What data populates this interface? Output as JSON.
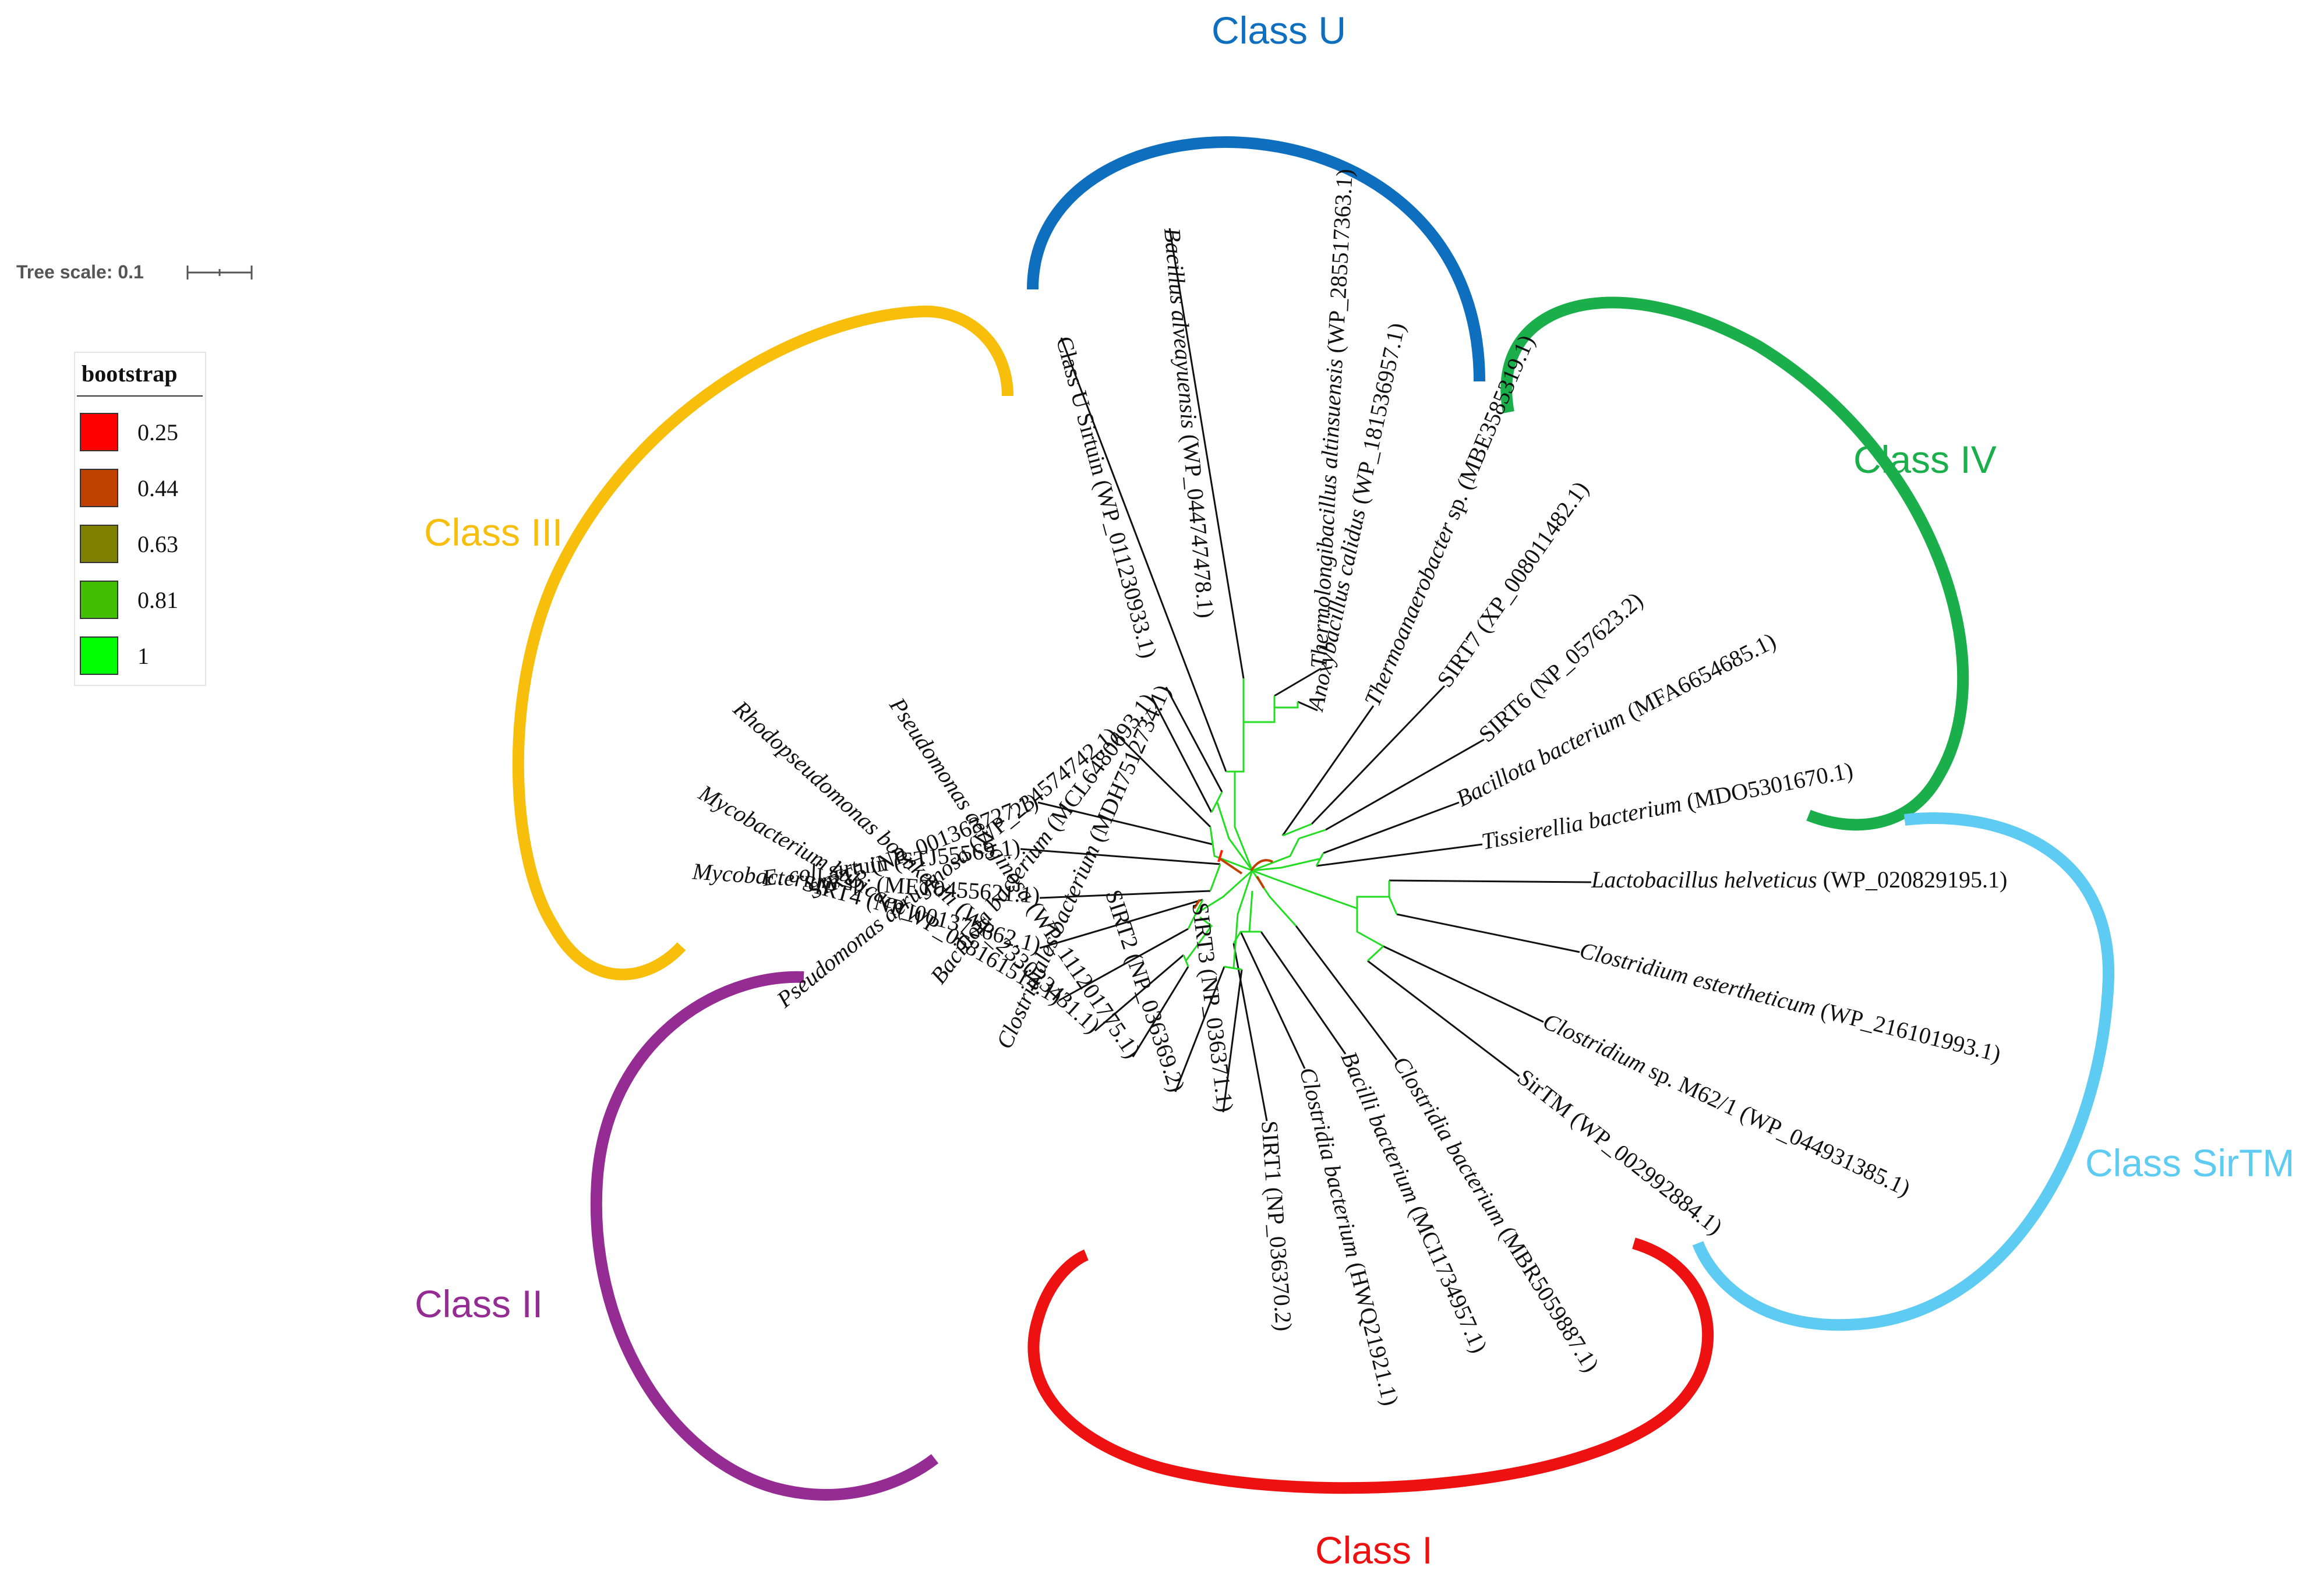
{
  "tree_scale": {
    "label": "Tree scale: 0.1"
  },
  "legend": {
    "title": "bootstrap",
    "items": [
      {
        "value": "0.25",
        "color": "#ff0000"
      },
      {
        "value": "0.44",
        "color": "#c04000"
      },
      {
        "value": "0.63",
        "color": "#808000"
      },
      {
        "value": "0.81",
        "color": "#40c000"
      },
      {
        "value": "1",
        "color": "#00ff00"
      }
    ]
  },
  "classes": [
    {
      "label": "Class U",
      "color": "#0f6fbf"
    },
    {
      "label": "Class IV",
      "color": "#1aaf4b"
    },
    {
      "label": "Class SirTM",
      "color": "#5ecbf2"
    },
    {
      "label": "Class I",
      "color": "#ee1111"
    },
    {
      "label": "Class II",
      "color": "#952c93"
    },
    {
      "label": "Class III",
      "color": "#f7be0b"
    }
  ],
  "leaves": [
    {
      "species": "Class U Sirtuin",
      "italic": false,
      "accession": "(WP_011230933.1)",
      "class": "Class U"
    },
    {
      "species": "Bacillus alveayuensis",
      "italic": true,
      "accession": "(WP_044747478.1)",
      "class": "Class U"
    },
    {
      "species": "Thermolongibacillus altinsuensis",
      "italic": true,
      "accession": "(WP_285517363.1)",
      "class": "Class U"
    },
    {
      "species": "Anoxybacillus calidus",
      "italic": true,
      "accession": "(WP_181536957.1)",
      "class": "Class U"
    },
    {
      "species": "Thermoanaerobacter",
      "italic": true,
      "accession": "sp. (MBE3585319.1)",
      "class": "Class IV"
    },
    {
      "species": "SIRT7",
      "italic": false,
      "accession": "(XP_008011482.1)",
      "class": "Class IV"
    },
    {
      "species": "SIRT6",
      "italic": false,
      "accession": "(NP_057623.2)",
      "class": "Class IV"
    },
    {
      "species": "Bacillota bacterium",
      "italic": true,
      "accession": "(MFA6654685.1)",
      "class": "Class IV"
    },
    {
      "species": "Tissierellia bacterium",
      "italic": true,
      "accession": "(MDO5301670.1)",
      "class": "Class IV"
    },
    {
      "species": "Lactobacillus helveticus",
      "italic": true,
      "accession": "(WP_020829195.1)",
      "class": "Class SirTM"
    },
    {
      "species": "Clostridium estertheticum",
      "italic": true,
      "accession": "(WP_216101993.1)",
      "class": "Class SirTM"
    },
    {
      "species": "Clostridium",
      "italic": true,
      "accession": "sp. M62/1 (WP_044931385.1)",
      "class": "Class SirTM"
    },
    {
      "species": "SirTM",
      "italic": false,
      "accession": "(WP_002992884.1)",
      "class": "Class SirTM"
    },
    {
      "species": "Clostridia bacterium",
      "italic": true,
      "accession": "(MBR5059887.1)",
      "class": "Class I"
    },
    {
      "species": "Bacilli bacterium",
      "italic": true,
      "accession": "(MCI1734957.1)",
      "class": "Class I"
    },
    {
      "species": "Clostridia bacterium",
      "italic": true,
      "accession": "(HWQ21921.1)",
      "class": "Class I"
    },
    {
      "species": "SIRT1",
      "italic": false,
      "accession": "(NP_036370.2)",
      "class": "Class I"
    },
    {
      "species": "SIRT3",
      "italic": false,
      "accession": "(NP_036371.1)",
      "class": "Class I"
    },
    {
      "species": "SIRT2",
      "italic": false,
      "accession": "(NP_036369.2)",
      "class": "Class I"
    },
    {
      "species": "Pseudomonas aeruginosa",
      "italic": true,
      "accession": "(WP_111201775.1)",
      "class": "Class II"
    },
    {
      "species": "Rhodopseudomonas boonkerdii",
      "italic": true,
      "accession": "(WP_233023431.1)",
      "class": "Class II"
    },
    {
      "species": "Mycobacterium kubicae",
      "italic": true,
      "accession": "(WP_068161514.1)",
      "class": "Class II"
    },
    {
      "species": "SIRT4",
      "italic": false,
      "accession": "(NP_001372662.1)",
      "class": "Class II"
    },
    {
      "species": "Mycobacterium",
      "italic": true,
      "accession": "sp. (MET0455621.1)",
      "class": "Class III"
    },
    {
      "species": "E. coli",
      "italic": true,
      "accession": "sirtuin (STJ55569.1)",
      "class": "Class III"
    },
    {
      "species": "SIRT5",
      "italic": false,
      "accession": "(NP_001363727.1)",
      "class": "Class III"
    },
    {
      "species": "Pseudomonas aeruginosa",
      "italic": true,
      "accession": "(WP_234574742.1)",
      "class": "Class III"
    },
    {
      "species": "Bacillota bacterium",
      "italic": true,
      "accession": "(MCL6480693.1)",
      "class": "Class III"
    },
    {
      "species": "Clostridiales bacterium",
      "italic": true,
      "accession": "(MDH7512734.1)",
      "class": "Class III"
    }
  ]
}
